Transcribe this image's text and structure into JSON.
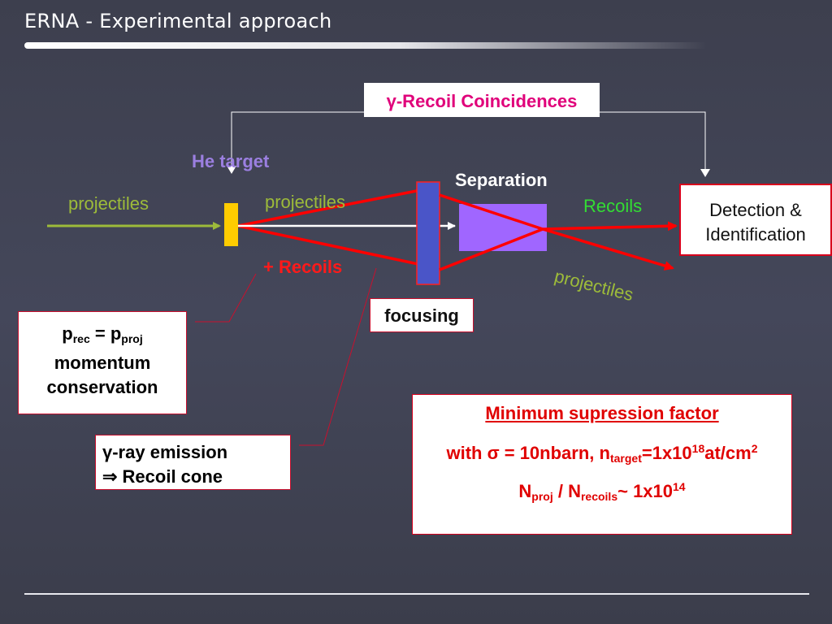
{
  "slide": {
    "title": "ERNA - Experimental approach"
  },
  "diagram": {
    "coincidences_label": "γ-Recoil Coincidences",
    "he_target_label": "He target",
    "projectiles_in_label": "projectiles",
    "projectiles_mid_label": "projectiles",
    "recoils_plus_label": "+ Recoils",
    "separation_label": "Separation",
    "recoils_label": "Recoils",
    "projectiles_out_label": "projectiles",
    "focusing_label": "focusing",
    "detection_line1": "Detection &",
    "detection_line2": "Identification"
  },
  "momentum_box": {
    "p": "p",
    "rec": "rec",
    "equals": " = p",
    "proj": "proj",
    "line2": "momentum",
    "line3": "conservation"
  },
  "gamma_box": {
    "line1": "γ-ray emission",
    "line2": "⇒ Recoil cone"
  },
  "suppression_box": {
    "heading": "Minimum supression factor",
    "with_prefix": "with σ = 10nbarn, n",
    "target_sub": "target",
    "value_a": "=1x10",
    "exp18": "18",
    "unit_a": "at/cm",
    "exp2": "2",
    "n_proj": "N",
    "proj_sub": "proj",
    "slash": " / N",
    "recoils_sub": "recoils",
    "approx": "~ 1x10",
    "exp14": "14"
  },
  "colors": {
    "beam_green": "#9dbb3a",
    "target_yellow": "#ffcc00",
    "recoil_red": "#ff0000",
    "focusing_blue": "#4a55c8",
    "separator_purple": "#a066ff",
    "he_target_purple": "#9b7fe0",
    "recoils_green": "#33dd33",
    "coincidence_magenta": "#e0007a"
  }
}
